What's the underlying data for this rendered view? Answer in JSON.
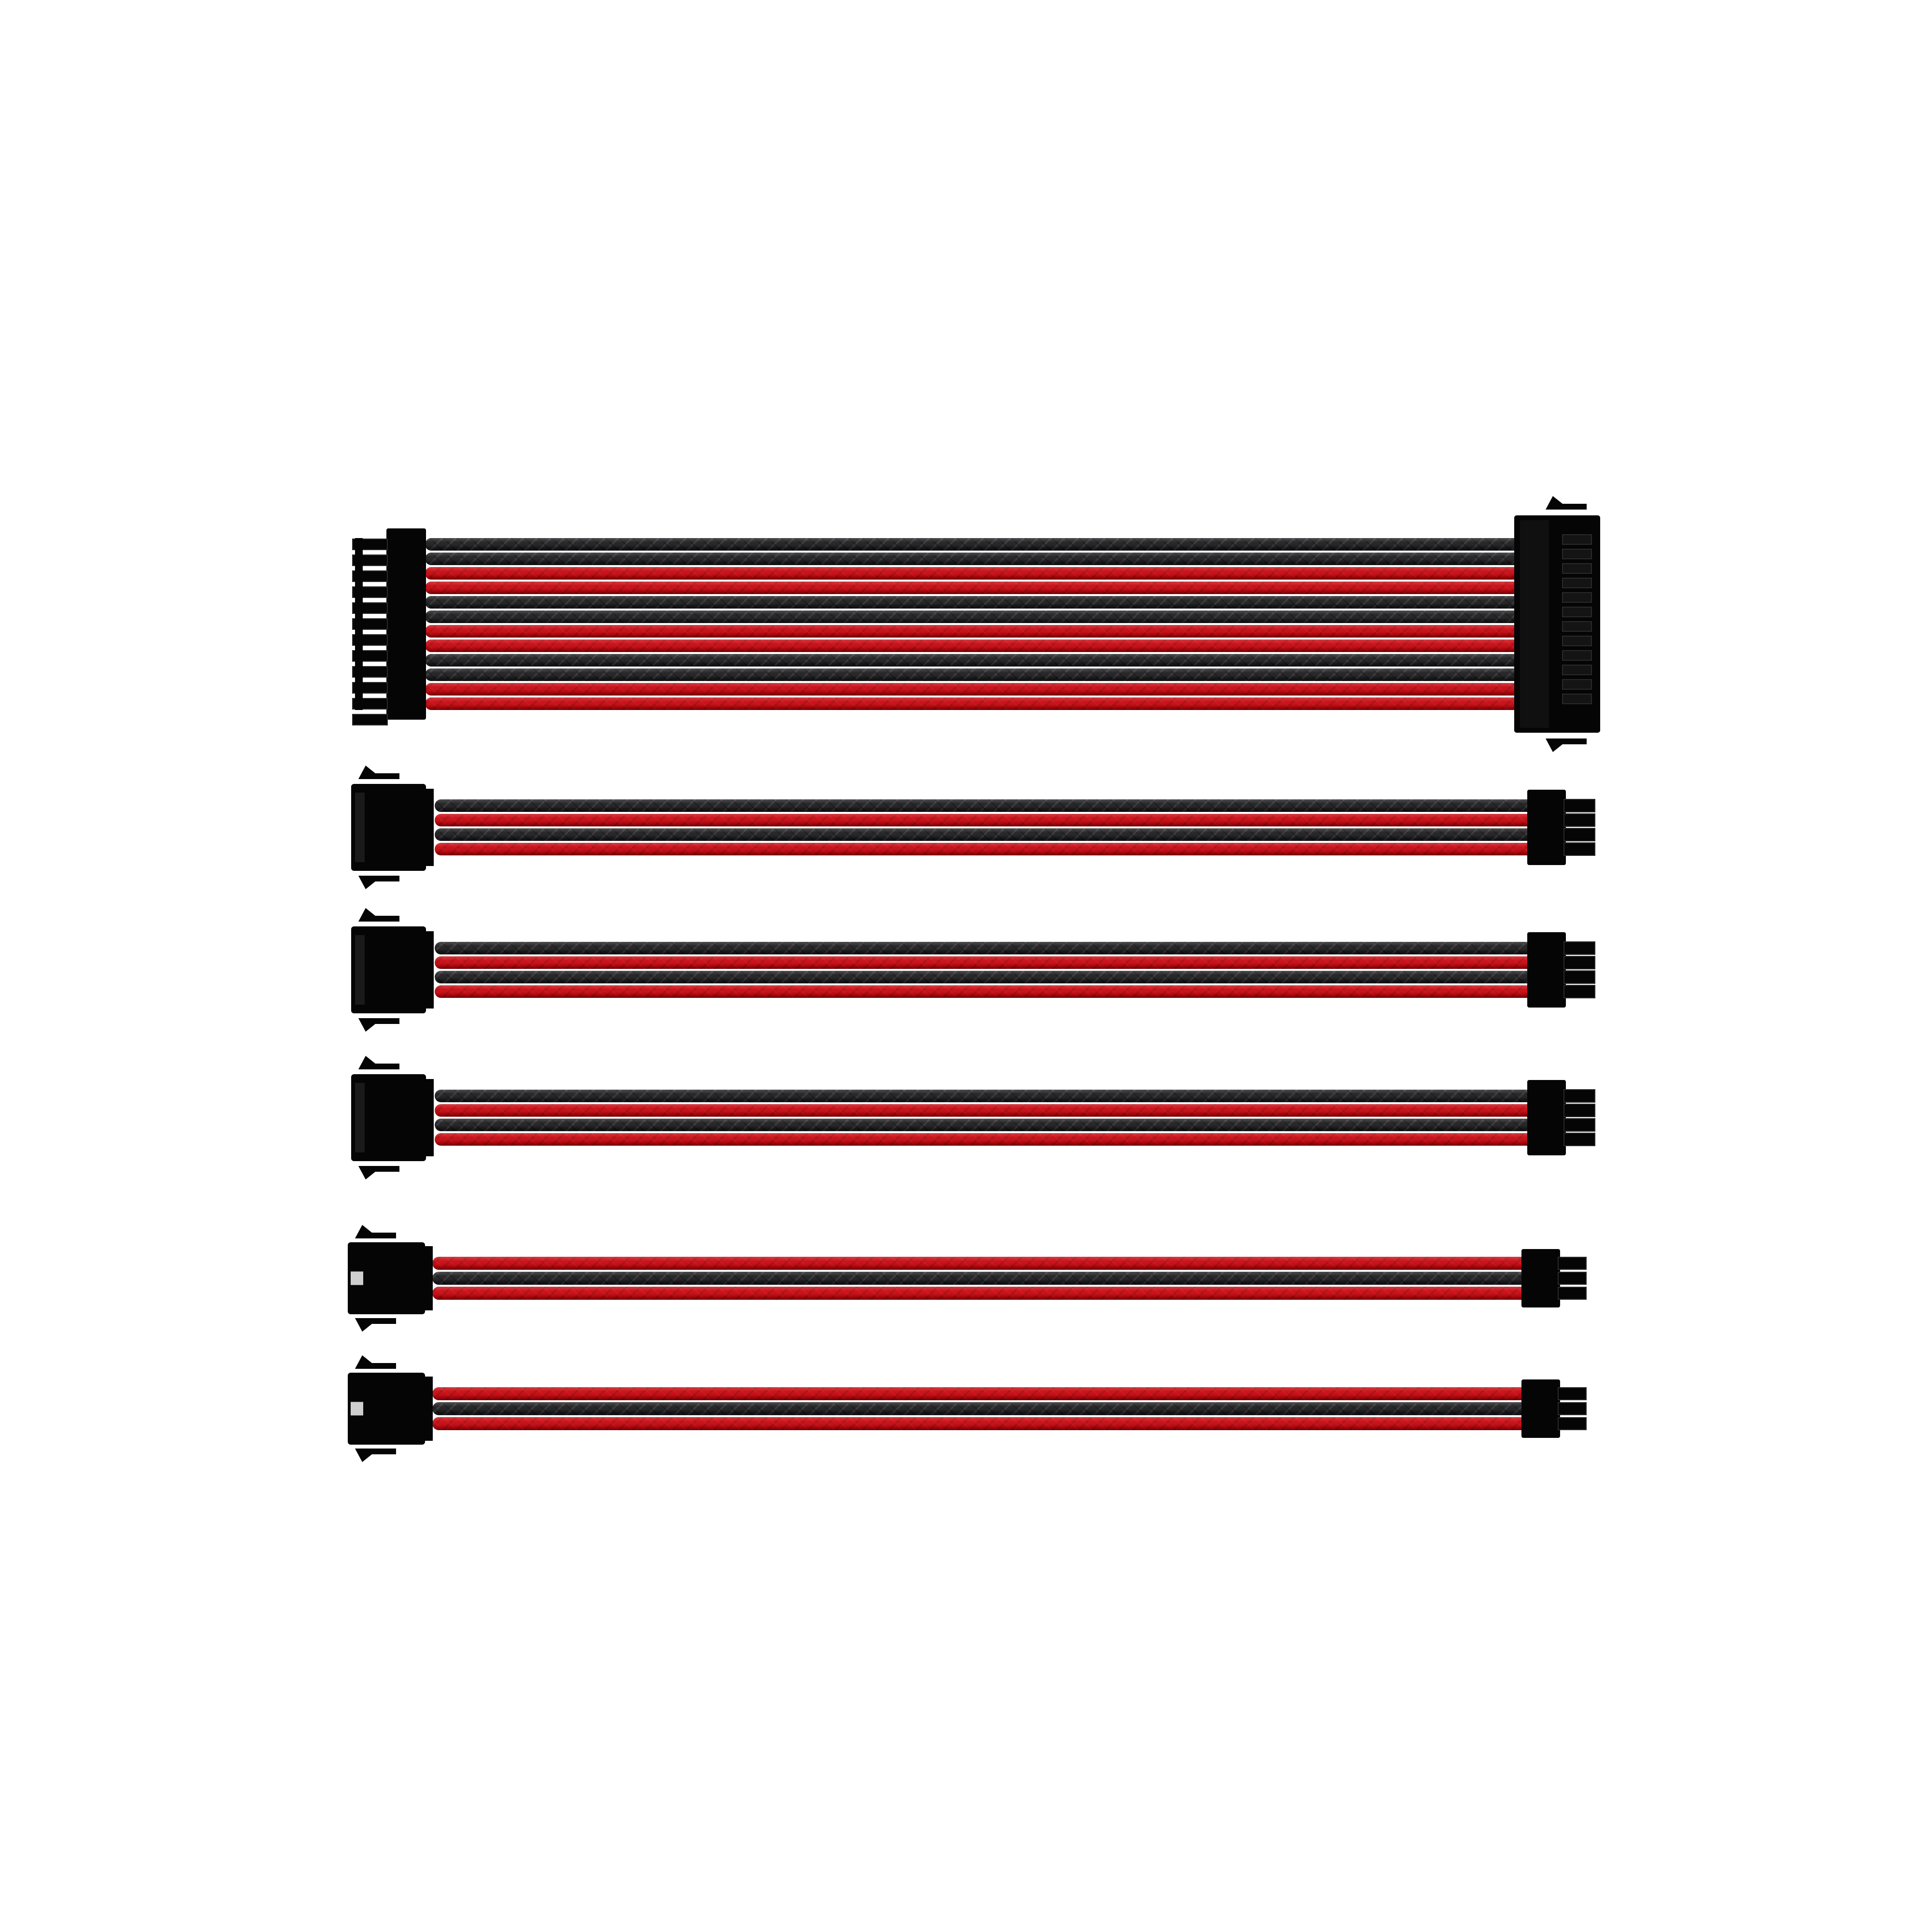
{
  "colors": {
    "background": "#ffffff",
    "red": "#c8060e",
    "red_dark": "#7e0308",
    "black": "#1c1c1e",
    "black_light": "#3a3a3e",
    "connector": "#050505",
    "connector_edge": "#2a2a2a"
  },
  "cables": [
    {
      "name": "atx-24pin-extension",
      "left_connector": "24-pin-male",
      "right_connector": "24-pin-female",
      "pattern": [
        "black",
        "black",
        "red",
        "red",
        "black",
        "black",
        "red",
        "red",
        "black",
        "black",
        "red",
        "red"
      ]
    },
    {
      "name": "eps-8pin-extension",
      "left_connector": "8-pin-female",
      "right_connector": "8-pin-male",
      "pattern": [
        "black",
        "red",
        "black",
        "red"
      ]
    },
    {
      "name": "pcie-8pin-extension-1",
      "left_connector": "8-pin-female",
      "right_connector": "8-pin-male",
      "pattern": [
        "black",
        "red",
        "black",
        "red"
      ]
    },
    {
      "name": "pcie-8pin-extension-2",
      "left_connector": "8-pin-female",
      "right_connector": "8-pin-male",
      "pattern": [
        "black",
        "red",
        "black",
        "red"
      ]
    },
    {
      "name": "pcie-6pin-extension-1",
      "left_connector": "6-pin-female",
      "right_connector": "6-pin-male",
      "pattern": [
        "red",
        "black",
        "red"
      ]
    },
    {
      "name": "pcie-6pin-extension-2",
      "left_connector": "6-pin-female",
      "right_connector": "6-pin-male",
      "pattern": [
        "red",
        "black",
        "red"
      ]
    }
  ]
}
